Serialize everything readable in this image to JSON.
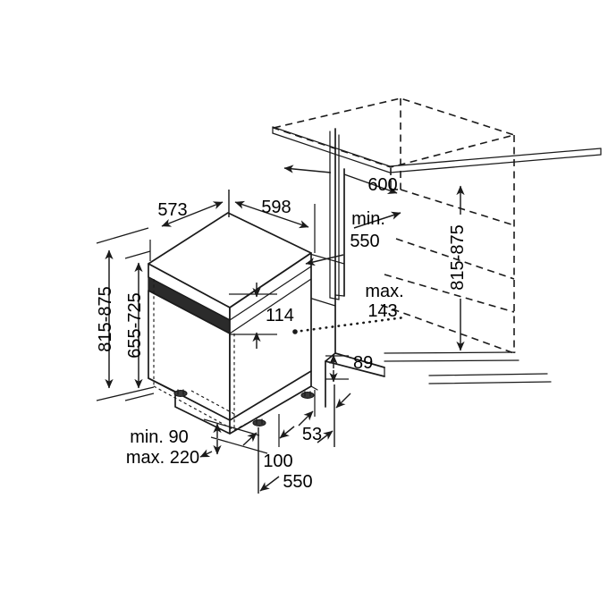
{
  "drawing": {
    "title": "Built-in dishwasher installation dimensions",
    "subject": "semi-integrated dishwasher in kitchen niche",
    "units": "mm",
    "background_color": "#ffffff",
    "line_color": "#1a1a1a",
    "panel_color": "#2b2b2b"
  },
  "dimensions": {
    "appliance_depth_left": "573",
    "appliance_width_right": "598",
    "height_range_outer": "815-875",
    "height_range_inner": "655-725",
    "control_panel_height": "114",
    "niche_width": "600",
    "niche_depth_min_label": "min.",
    "niche_depth_min_value": "550",
    "niche_height_right": "815-875",
    "door_gap_max_label": "max.",
    "door_gap_max_value": "143",
    "plinth_height": "89",
    "plinth_setback": "53",
    "foot_offset": "100",
    "floor_depth": "550",
    "plinth_recess_min": "min. 90",
    "plinth_recess_max": "max. 220"
  },
  "labels": [
    {
      "id": "d-573",
      "text": "573"
    },
    {
      "id": "d-598",
      "text": "598"
    },
    {
      "id": "d-815-875-left",
      "text": "815-875"
    },
    {
      "id": "d-655-725",
      "text": "655-725"
    },
    {
      "id": "d-114",
      "text": "114"
    },
    {
      "id": "d-600",
      "text": "600"
    },
    {
      "id": "d-min",
      "text": "min."
    },
    {
      "id": "d-550-niche",
      "text": "550"
    },
    {
      "id": "d-815-875-right",
      "text": "815-875"
    },
    {
      "id": "d-max",
      "text": "max."
    },
    {
      "id": "d-143",
      "text": "143"
    },
    {
      "id": "d-89",
      "text": "89"
    },
    {
      "id": "d-53",
      "text": "53"
    },
    {
      "id": "d-100",
      "text": "100"
    },
    {
      "id": "d-550-floor",
      "text": "550"
    },
    {
      "id": "d-min90",
      "text": "min. 90"
    },
    {
      "id": "d-max220",
      "text": "max. 220"
    }
  ]
}
